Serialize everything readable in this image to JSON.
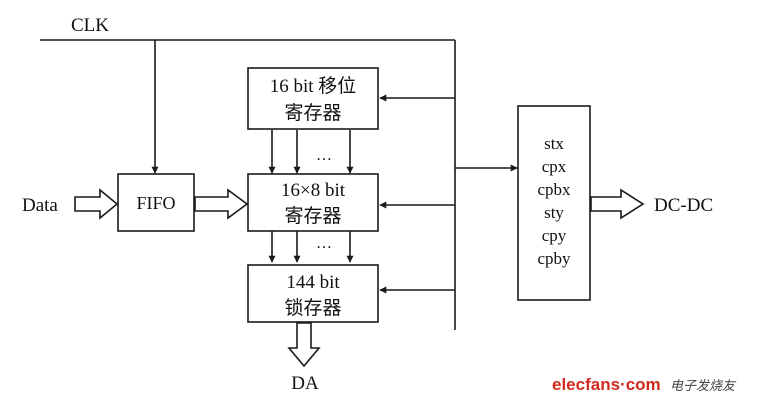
{
  "clk_label": "CLK",
  "data_label": "Data",
  "fifo_label": "FIFO",
  "shift_register": {
    "line1": "16 bit 移位",
    "line2": "寄存器"
  },
  "register_16x8": {
    "line1": "16×8 bit",
    "line2": "寄存器"
  },
  "latch_144": {
    "line1": "144 bit",
    "line2": "锁存器"
  },
  "ellipsis": "…",
  "controller_signals": [
    "stx",
    "cpx",
    "cpbx",
    "sty",
    "cpy",
    "cpby"
  ],
  "dcdc_label": "DC-DC",
  "da_label": "DA",
  "watermark": {
    "brand": "elecfans",
    "dot": "·",
    "domain": "com",
    "cn": "电子发烧友"
  },
  "colors": {
    "stroke": "#1a1a1a",
    "watermark_red": "#d22a1e",
    "watermark_dark": "#444444"
  }
}
